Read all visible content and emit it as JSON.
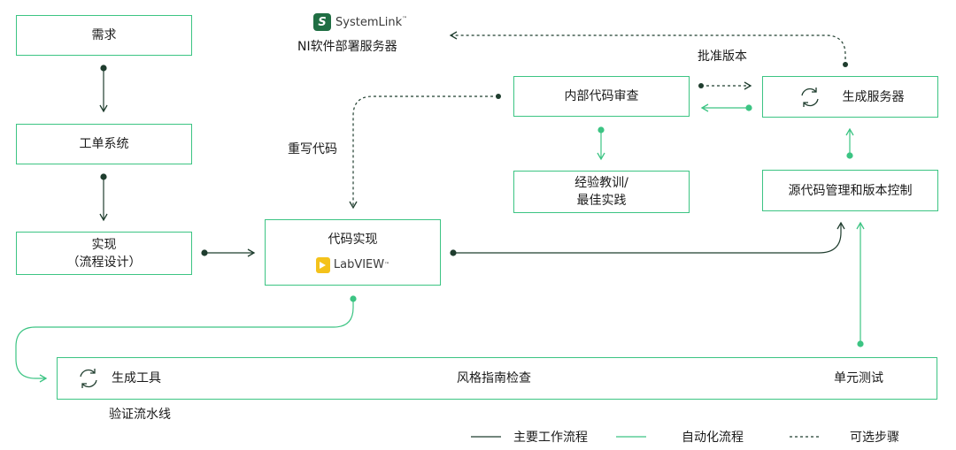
{
  "colors": {
    "green": "#3cc483",
    "dark": "#1f3d2e",
    "brand_green": "#1f6e43",
    "labview_yellow": "#f4c21b"
  },
  "boxes": {
    "requirements": "需求",
    "ticket_system": "工单系统",
    "impl_line1": "实现",
    "impl_line2": "（流程设计）",
    "code_impl": "代码实现",
    "code_review": "内部代码审查",
    "lessons_line1": "经验教训/",
    "lessons_line2": "最佳实践",
    "build_server": "生成服务器",
    "source_control": "源代码管理和版本控制",
    "build_tool": "生成工具",
    "style_check": "风格指南检查",
    "unit_test": "单元测试"
  },
  "labels": {
    "ni_server": "NI软件部署服务器",
    "approve_version": "批准版本",
    "rewrite_code": "重写代码",
    "verification_pipeline": "验证流水线"
  },
  "logos": {
    "systemlink_mark": "S",
    "systemlink_text": "SystemLink",
    "labview_text": "LabVIEW",
    "trademark": "™"
  },
  "icons": {
    "refresh": "refresh-icon",
    "systemlink": "systemlink-logo",
    "labview": "labview-logo"
  },
  "legend": {
    "main_workflow": "主要工作流程",
    "automated_workflow": "自动化流程",
    "optional_step": "可选步骤"
  }
}
